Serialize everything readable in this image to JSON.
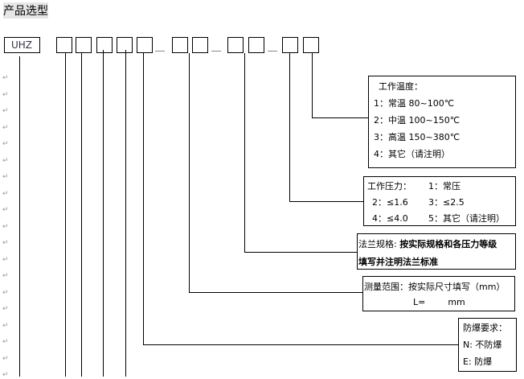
{
  "title": "产品选型",
  "prefix": "UHZ",
  "temp": {
    "title": "工作温度：",
    "items": [
      "1：常温 80~100℃",
      "2：中温 100~150℃",
      "3：高温 150~380℃",
      "4：其它（请注明）"
    ]
  },
  "pressure": {
    "title": "工作压力：",
    "r1b": "1：常压",
    "r2a": "2：≤1.6",
    "r2b": "3：≤2.5",
    "r3a": "4：≤4.0",
    "r3b": "5：其它（请注明）"
  },
  "flange": {
    "label": "法兰规格:",
    "text1": "按实际规格和各压力等级",
    "text2": "填写并注明法兰标准"
  },
  "measure": {
    "label": "测量范围：按实际尺寸填写（mm）",
    "value": "L=        mm"
  },
  "explosion": {
    "title": "防爆要求：",
    "n": "N: 不防爆",
    "e": "E: 防爆"
  }
}
